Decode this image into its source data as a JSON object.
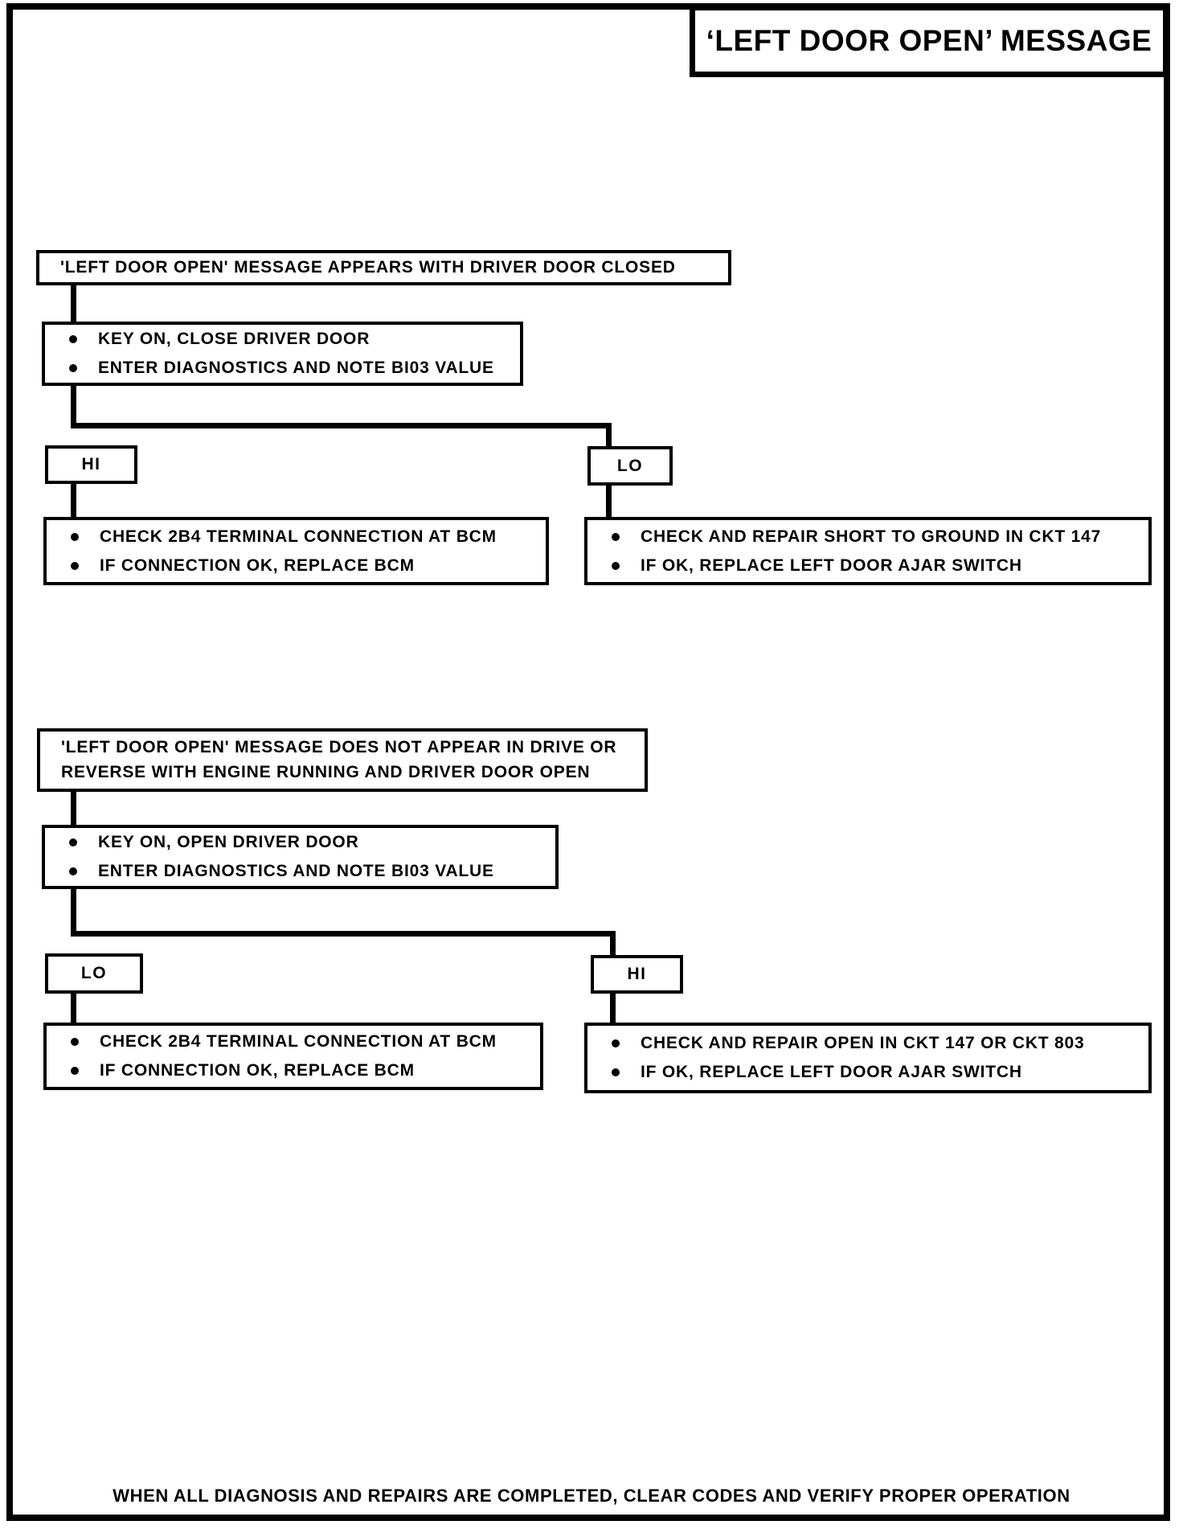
{
  "page": {
    "title": "‘LEFT DOOR OPEN’ MESSAGE",
    "footer": "WHEN ALL DIAGNOSIS AND REPAIRS ARE COMPLETED, CLEAR CODES AND VERIFY PROPER OPERATION"
  },
  "colors": {
    "ink": "#000000",
    "paper": "#ffffff"
  },
  "sections": [
    {
      "condition_lines": [
        "'LEFT DOOR OPEN' MESSAGE APPEARS WITH DRIVER DOOR CLOSED"
      ],
      "steps": [
        "KEY ON, CLOSE DRIVER DOOR",
        "ENTER DIAGNOSTICS AND NOTE BI03 VALUE"
      ],
      "branches": [
        {
          "label": "HI",
          "actions": [
            "CHECK 2B4 TERMINAL CONNECTION AT BCM",
            "IF CONNECTION OK, REPLACE BCM"
          ]
        },
        {
          "label": "LO",
          "actions": [
            "CHECK AND REPAIR SHORT TO GROUND IN CKT 147",
            "IF OK, REPLACE LEFT DOOR AJAR SWITCH"
          ]
        }
      ]
    },
    {
      "condition_lines": [
        "'LEFT DOOR OPEN' MESSAGE DOES NOT APPEAR IN DRIVE OR",
        "REVERSE WITH ENGINE RUNNING AND DRIVER DOOR OPEN"
      ],
      "steps": [
        "KEY ON, OPEN DRIVER DOOR",
        "ENTER DIAGNOSTICS AND NOTE BI03 VALUE"
      ],
      "branches": [
        {
          "label": "LO",
          "actions": [
            "CHECK 2B4 TERMINAL CONNECTION AT BCM",
            "IF CONNECTION OK, REPLACE BCM"
          ]
        },
        {
          "label": "HI",
          "actions": [
            "CHECK AND REPAIR OPEN IN CKT 147 OR CKT 803",
            "IF OK, REPLACE LEFT DOOR AJAR SWITCH"
          ]
        }
      ]
    }
  ]
}
